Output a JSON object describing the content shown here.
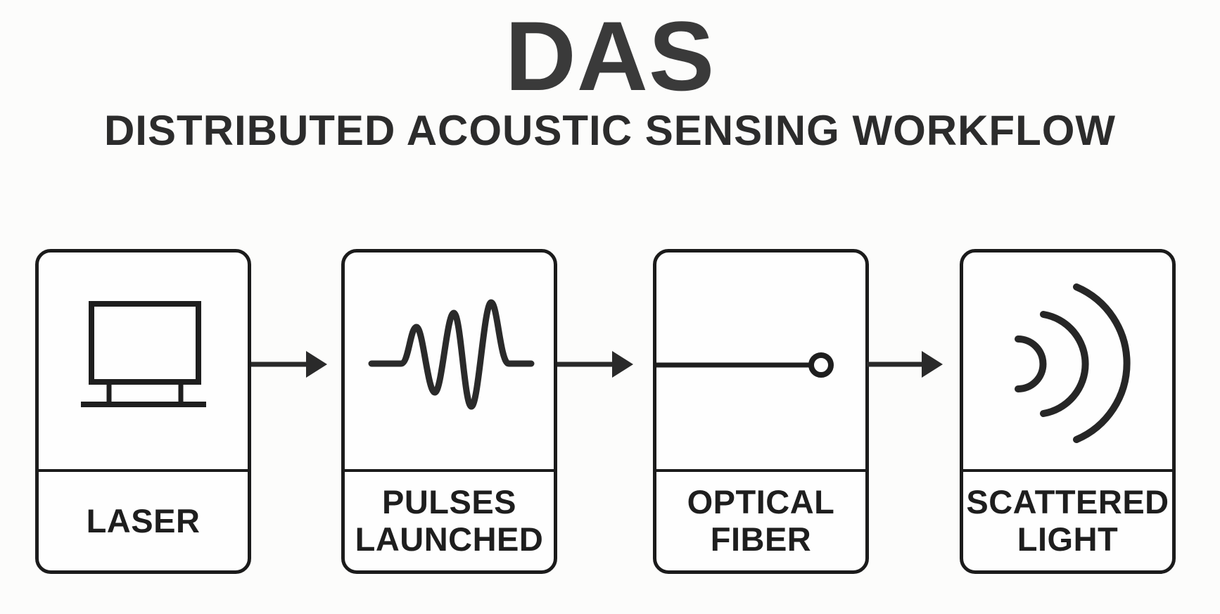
{
  "page": {
    "kind": "workflow-diagram"
  },
  "palette": {
    "background": "#fcfcfb",
    "ink": "#1b1b1b",
    "arrow_color": "#2a2a2a",
    "title_color": "#3a3a3a",
    "subtitle_color": "#2c2c2c",
    "label_color": "#1e1e1e"
  },
  "header": {
    "title": "DAS",
    "subtitle": "DISTRIBUTED ACOUSTIC SENSING WORKFLOW"
  },
  "workflow": {
    "steps": [
      {
        "id": "laser",
        "icon": "laser-device-icon",
        "lines": [
          "LASER"
        ]
      },
      {
        "id": "pulses-launched",
        "icon": "pulse-waveform-icon",
        "lines": [
          "PULSES",
          "LAUNCHED"
        ]
      },
      {
        "id": "optical-fiber",
        "icon": "optical-fiber-icon",
        "lines": [
          "OPTICAL",
          "FIBER"
        ]
      },
      {
        "id": "scattered-light",
        "icon": "scattered-light-icon",
        "lines": [
          "SCATTERED",
          "LIGHT"
        ]
      }
    ],
    "connectors": [
      {
        "from": "laser",
        "to": "pulses-launched",
        "type": "arrow-right"
      },
      {
        "from": "pulses-launched",
        "to": "optical-fiber",
        "type": "arrow-right"
      },
      {
        "from": "optical-fiber",
        "to": "scattered-light",
        "type": "arrow-right"
      }
    ]
  }
}
